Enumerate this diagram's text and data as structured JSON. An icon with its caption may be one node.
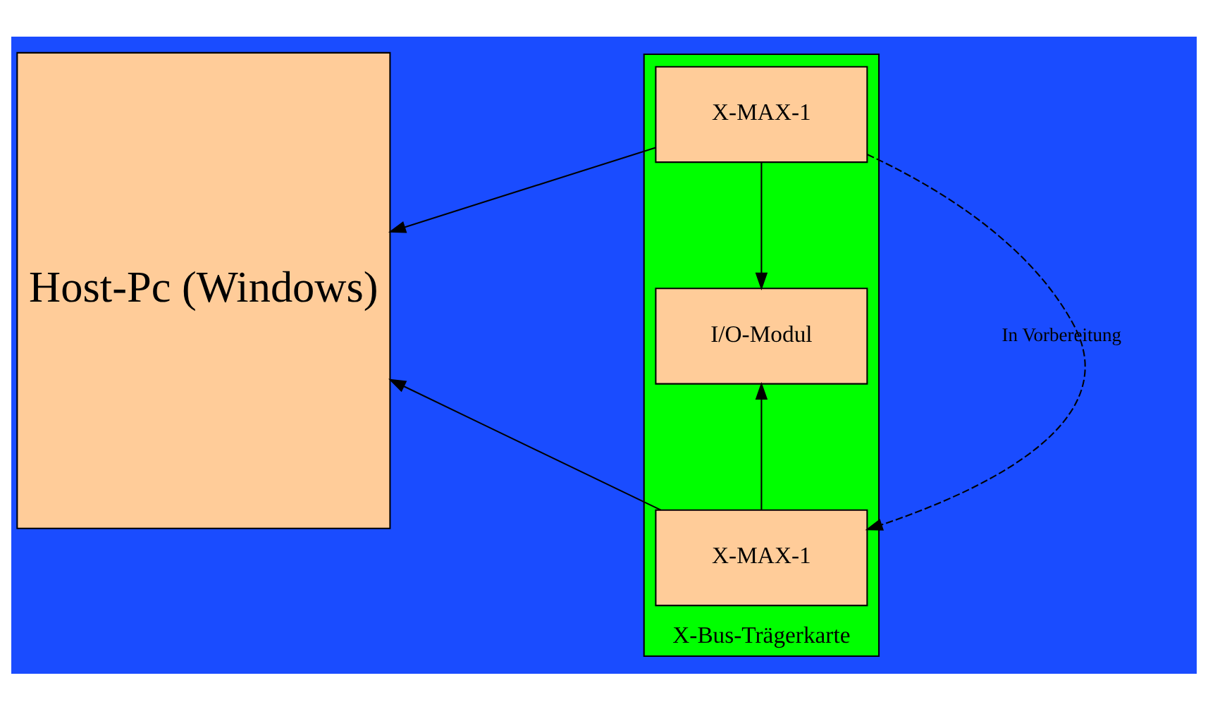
{
  "diagram": {
    "nodes": [
      {
        "text": [
          "Host-Pc (Windows)"
        ]
      },
      {
        "text": [
          "X-Bus-Trägerkarte"
        ]
      },
      {
        "text": [
          "X-MAX-1"
        ],
        "in": 1
      },
      {
        "text": [
          "I/O-Modul"
        ],
        "in": 1
      },
      {
        "text": [
          "X-MAX-1"
        ],
        "in": 1
      }
    ],
    "edges": [
      {
        "from": 2,
        "to": 0,
        "arrow": "to"
      },
      {
        "from": 2,
        "to": 3,
        "arrow": "to"
      },
      {
        "from": 4,
        "to": 3,
        "arrow": "to"
      },
      {
        "from": 4,
        "to": 0,
        "arrow": "to"
      },
      {
        "from": 2,
        "to": 4,
        "arrow": "to",
        "style": "dashed",
        "label": "In Vorbereitung"
      }
    ]
  }
}
